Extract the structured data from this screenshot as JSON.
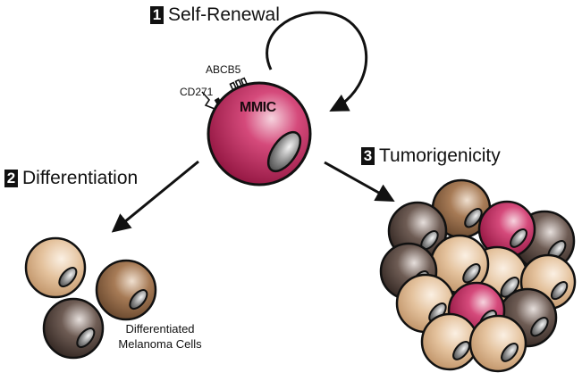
{
  "steps": [
    {
      "number": "1",
      "label": "Self-Renewal"
    },
    {
      "number": "2",
      "label": "Differentiation"
    },
    {
      "number": "3",
      "label": "Tumorigenicity"
    }
  ],
  "markers": {
    "abcb5": "ABCB5",
    "cd271": "CD271"
  },
  "stem_cell_label": "MMIC",
  "differentiated_caption_line1": "Differentiated",
  "differentiated_caption_line2": "Melanoma Cells",
  "colors": {
    "mmic": "#b5174f",
    "tan": "#dcb48c",
    "brown": "#8a6040",
    "dark": "#4a3a34",
    "outline": "#111111"
  }
}
